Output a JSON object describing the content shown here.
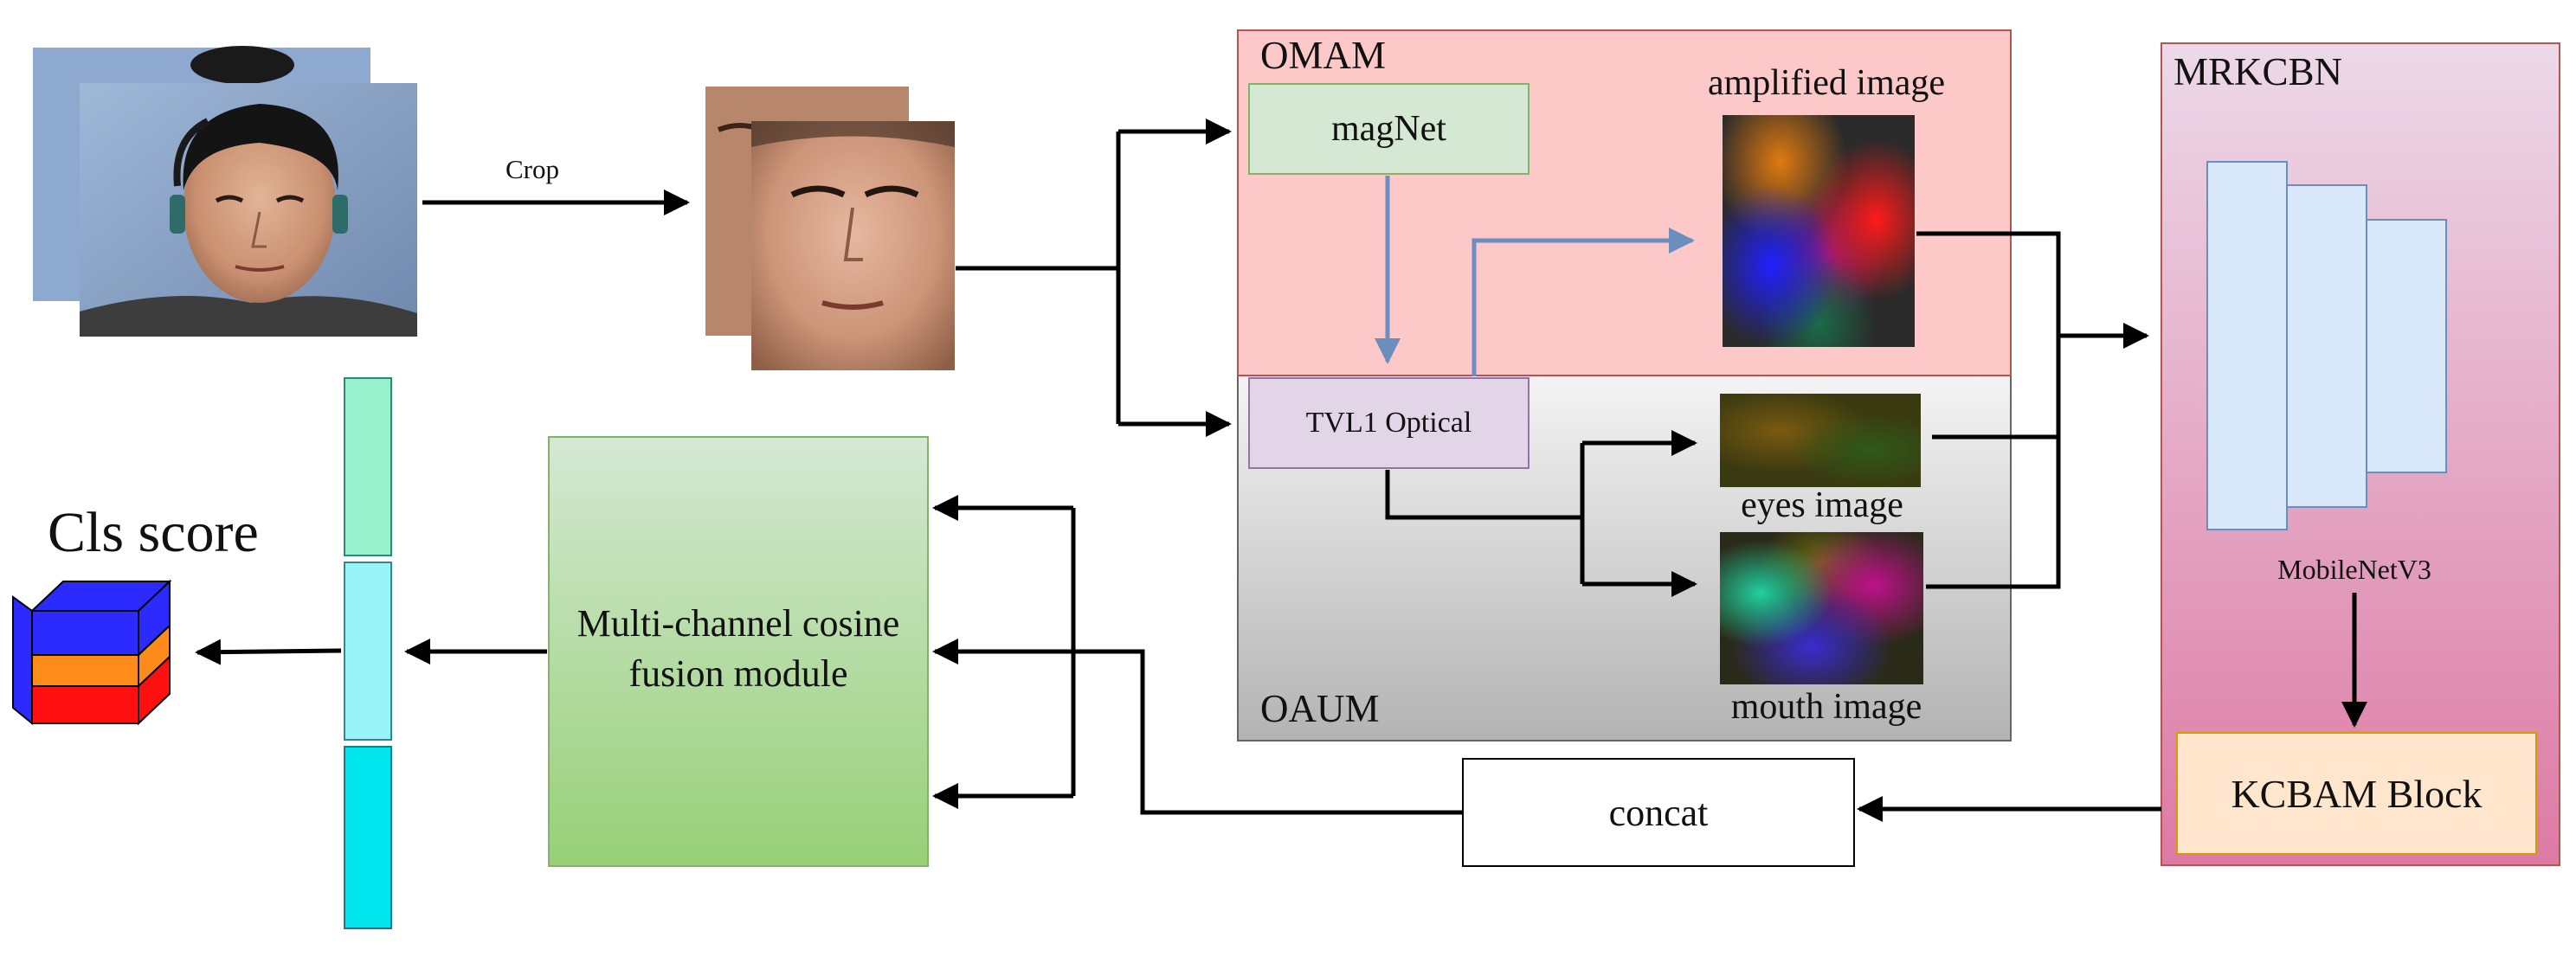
{
  "labels": {
    "crop": "Crop",
    "omam_title": "OMAM",
    "magnet": "magNet",
    "tvl1": "TVL1 Optical",
    "amplified": "amplified image",
    "eyes": "eyes image",
    "mouth": "mouth image",
    "oaum_title": "OAUM",
    "mrkcbn_title": "MRKCBN",
    "mobilenet": "MobileNetV3",
    "kcbam": "KCBAM Block",
    "concat": "concat",
    "fusion_line1": "Multi-channel cosine",
    "fusion_line2": "fusion module",
    "cls_score": "Cls score"
  },
  "colors": {
    "omam_bg": "#fcc8c8",
    "magnet_bg": "#d5e8d4",
    "tvl1_bg": "#e1d5e7",
    "mobilenet_blocks": "#dae8fc",
    "kcbam_bg": "#ffe6cc",
    "flow_arrow_blue": "#6c8ebf",
    "feature_bar_1": "#99f0cc",
    "feature_bar_2": "#99f4f8",
    "feature_bar_3": "#00e5ee",
    "cube_top": "#2b2bff",
    "cube_mid": "#ff8c1a",
    "cube_bottom": "#ff1010"
  }
}
